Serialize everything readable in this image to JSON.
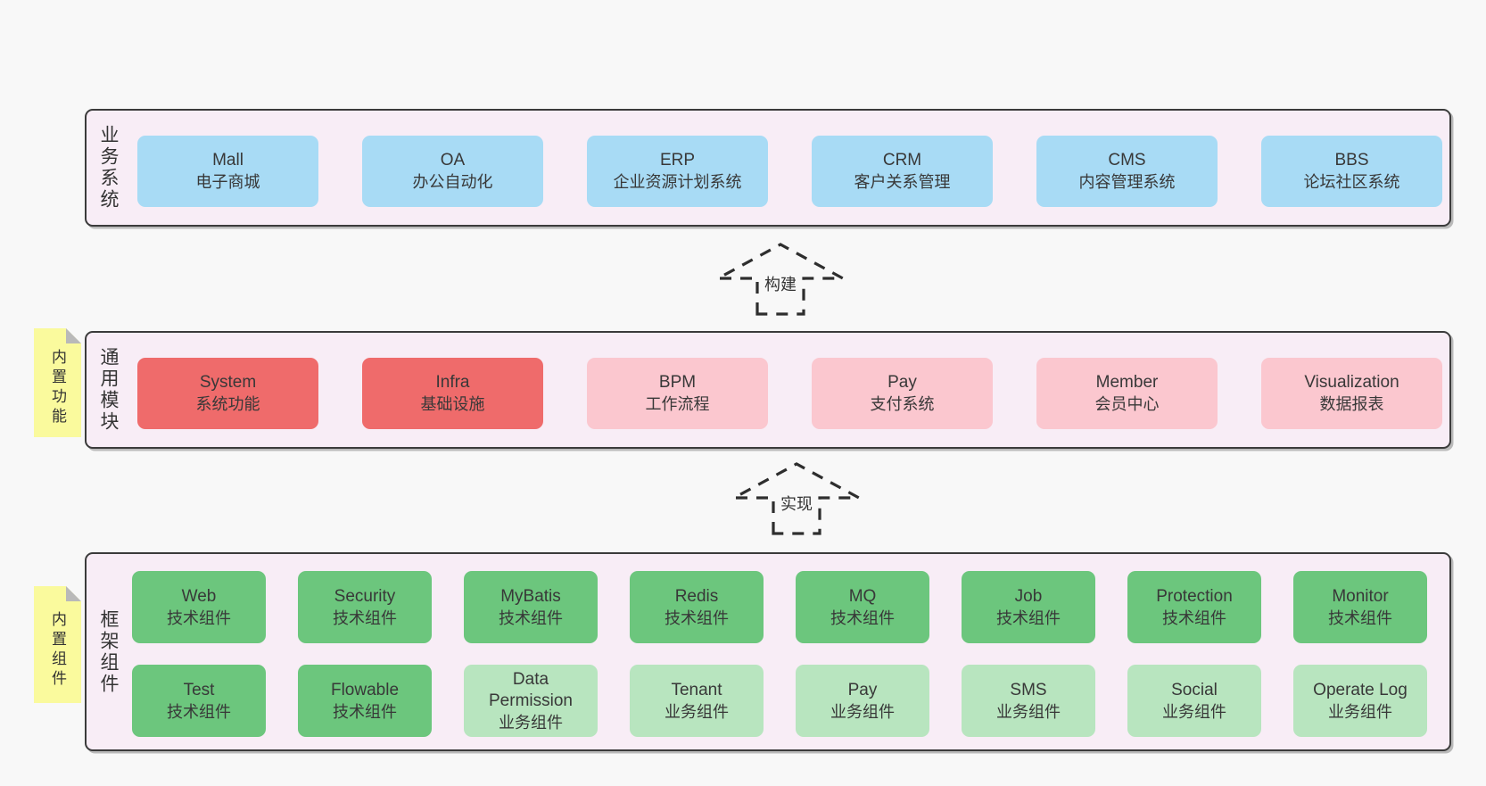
{
  "colors": {
    "page_bg": "#f8f8f8",
    "section_bg": "#f8edf6",
    "section_border": "#3b3b3b",
    "blue": "#a8dbf5",
    "red": "#ef6b6b",
    "pink": "#fbc7cf",
    "green_dark": "#6cc67d",
    "green_light": "#b8e5bf",
    "tag_bg": "#fafa9d",
    "tag_fold": "#b9b9b9",
    "text": "#383838",
    "arrow_dash": "#2e2e2e"
  },
  "sections": {
    "business": {
      "label": "业务系统",
      "boxes": [
        {
          "title": "Mall",
          "subtitle": "电子商城",
          "variant": "blue"
        },
        {
          "title": "OA",
          "subtitle": "办公自动化",
          "variant": "blue"
        },
        {
          "title": "ERP",
          "subtitle": "企业资源计划系统",
          "variant": "blue"
        },
        {
          "title": "CRM",
          "subtitle": "客户关系管理",
          "variant": "blue"
        },
        {
          "title": "CMS",
          "subtitle": "内容管理系统",
          "variant": "blue"
        },
        {
          "title": "BBS",
          "subtitle": "论坛社区系统",
          "variant": "blue"
        }
      ]
    },
    "modules": {
      "label": "通用模块",
      "tag": "内置功能",
      "boxes": [
        {
          "title": "System",
          "subtitle": "系统功能",
          "variant": "red"
        },
        {
          "title": "Infra",
          "subtitle": "基础设施",
          "variant": "red"
        },
        {
          "title": "BPM",
          "subtitle": "工作流程",
          "variant": "pink"
        },
        {
          "title": "Pay",
          "subtitle": "支付系统",
          "variant": "pink"
        },
        {
          "title": "Member",
          "subtitle": "会员中心",
          "variant": "pink"
        },
        {
          "title": "Visualization",
          "subtitle": "数据报表",
          "variant": "pink"
        }
      ]
    },
    "framework": {
      "label": "框架组件",
      "tag": "内置组件",
      "row1": [
        {
          "title": "Web",
          "subtitle": "技术组件",
          "variant": "dark"
        },
        {
          "title": "Security",
          "subtitle": "技术组件",
          "variant": "dark"
        },
        {
          "title": "MyBatis",
          "subtitle": "技术组件",
          "variant": "dark"
        },
        {
          "title": "Redis",
          "subtitle": "技术组件",
          "variant": "dark"
        },
        {
          "title": "MQ",
          "subtitle": "技术组件",
          "variant": "dark"
        },
        {
          "title": "Job",
          "subtitle": "技术组件",
          "variant": "dark"
        },
        {
          "title": "Protection",
          "subtitle": "技术组件",
          "variant": "dark"
        },
        {
          "title": "Monitor",
          "subtitle": "技术组件",
          "variant": "dark"
        }
      ],
      "row2": [
        {
          "title": "Test",
          "subtitle": "技术组件",
          "variant": "dark"
        },
        {
          "title": "Flowable",
          "subtitle": "技术组件",
          "variant": "dark"
        },
        {
          "title": "Data Permission",
          "subtitle": "业务组件",
          "variant": "light"
        },
        {
          "title": "Tenant",
          "subtitle": "业务组件",
          "variant": "light"
        },
        {
          "title": "Pay",
          "subtitle": "业务组件",
          "variant": "light"
        },
        {
          "title": "SMS",
          "subtitle": "业务组件",
          "variant": "light"
        },
        {
          "title": "Social",
          "subtitle": "业务组件",
          "variant": "light"
        },
        {
          "title": "Operate Log",
          "subtitle": "业务组件",
          "variant": "light"
        }
      ]
    }
  },
  "arrows": {
    "build": {
      "label": "构建"
    },
    "implement": {
      "label": "实现"
    }
  }
}
